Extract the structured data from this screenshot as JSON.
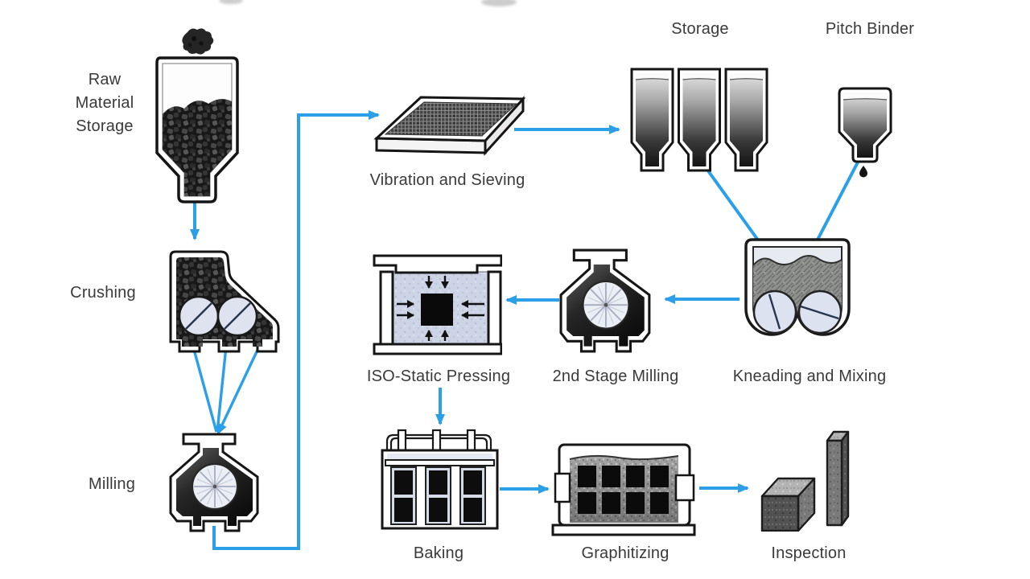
{
  "diagram": {
    "type": "process-flow",
    "arrow_color": "#2b9fe8",
    "label_color": "#3a3a3a",
    "nodes": [
      {
        "id": "raw-material-storage",
        "label": "Raw Material Storage"
      },
      {
        "id": "crushing",
        "label": "Crushing"
      },
      {
        "id": "milling",
        "label": "Milling"
      },
      {
        "id": "vibration-and-sieving",
        "label": "Vibration and Sieving"
      },
      {
        "id": "storage",
        "label": "Storage"
      },
      {
        "id": "pitch-binder",
        "label": "Pitch Binder"
      },
      {
        "id": "kneading-and-mixing",
        "label": "Kneading and Mixing"
      },
      {
        "id": "second-stage-milling",
        "label": "2nd Stage Milling"
      },
      {
        "id": "iso-static-pressing",
        "label": "ISO-Static Pressing"
      },
      {
        "id": "baking",
        "label": "Baking"
      },
      {
        "id": "graphitizing",
        "label": "Graphitizing"
      },
      {
        "id": "inspection",
        "label": "Inspection"
      }
    ],
    "edges": [
      {
        "from": "raw-material-storage",
        "to": "crushing"
      },
      {
        "from": "crushing",
        "to": "milling"
      },
      {
        "from": "milling",
        "to": "vibration-and-sieving"
      },
      {
        "from": "vibration-and-sieving",
        "to": "storage"
      },
      {
        "from": "storage",
        "to": "kneading-and-mixing"
      },
      {
        "from": "pitch-binder",
        "to": "kneading-and-mixing"
      },
      {
        "from": "kneading-and-mixing",
        "to": "second-stage-milling"
      },
      {
        "from": "second-stage-milling",
        "to": "iso-static-pressing"
      },
      {
        "from": "iso-static-pressing",
        "to": "baking"
      },
      {
        "from": "baking",
        "to": "graphitizing"
      },
      {
        "from": "graphitizing",
        "to": "inspection"
      }
    ]
  }
}
